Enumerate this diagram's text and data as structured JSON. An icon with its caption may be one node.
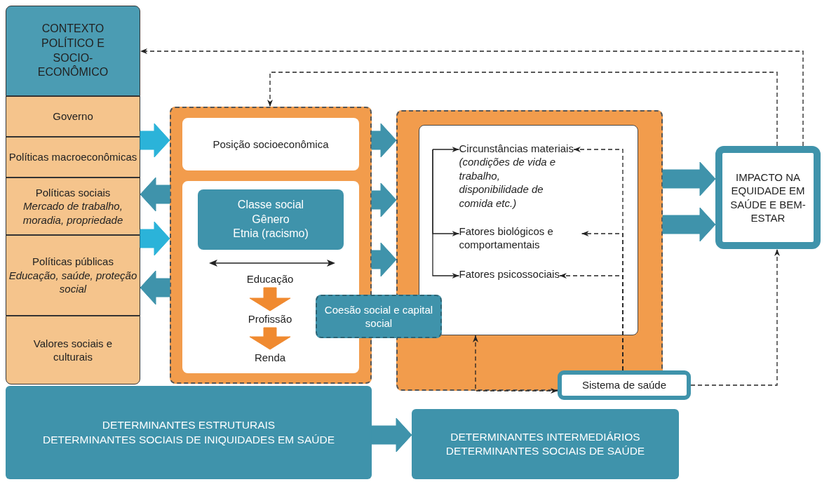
{
  "diagram": {
    "nodes": [
      {
        "text": [
          "CONTEXTO POLÍTICO E SOCIO-ECONÔMICO"
        ]
      },
      {
        "text": [
          "Governo"
        ]
      },
      {
        "text": [
          "Políticas macroeconômicas"
        ]
      },
      {
        "text": [
          "Políticas sociais",
          "Mercado de trabalho, moradia, propriedade"
        ]
      },
      {
        "text": [
          "Políticas públicas",
          "Educação, saúde, proteção social"
        ]
      },
      {
        "text": [
          "Valores sociais e culturais"
        ]
      },
      {
        "text": [],
        "shape": "box"
      },
      {
        "text": [
          "Posição socioeconômica"
        ],
        "in": 6
      },
      {
        "text": [],
        "shape": "box",
        "in": 6
      },
      {
        "text": [
          "Classe social",
          "Gênero",
          "Etnia (racismo)"
        ],
        "in": 8
      },
      {
        "text": [
          "Educação"
        ],
        "in": 8
      },
      {
        "text": [
          "Profissão"
        ],
        "in": 8
      },
      {
        "text": [
          "Renda"
        ],
        "in": 8
      },
      {
        "text": [
          "Coesão social e capital social"
        ]
      },
      {
        "text": [],
        "shape": "box"
      },
      {
        "text": [],
        "shape": "box",
        "in": 14
      },
      {
        "text": [
          "Circunstâncias materiais",
          "(condições de vida e trabalho, disponibilidade de comida etc.)"
        ],
        "in": 15
      },
      {
        "text": [
          "Fatores biológicos e comportamentais"
        ],
        "in": 15
      },
      {
        "text": [
          "Fatores psicossociais"
        ],
        "in": 15
      },
      {
        "text": [
          "IMPACTO NA EQUIDADE EM SAÚDE E BEM-ESTAR"
        ]
      },
      {
        "text": [
          "Sistema de saúde"
        ]
      },
      {
        "text": [
          "DETERMINANTES ESTRUTURAIS",
          "DETERMINANTES SOCIAIS DE INIQUIDADES EM SAÚDE"
        ]
      },
      {
        "text": [
          "DETERMINANTES INTERMEDIÁRIOS",
          "DETERMINANTES SOCIAIS DE SAÚDE"
        ]
      }
    ],
    "edges": [
      {
        "from": 1,
        "to": 6,
        "arrow": "to",
        "style": "thick",
        "color": "#2bb3d9"
      },
      {
        "from": 6,
        "to": 3,
        "arrow": "to",
        "style": "thick",
        "color": "#3f93ab"
      },
      {
        "from": 4,
        "to": 6,
        "arrow": "to",
        "style": "thick",
        "color": "#2bb3d9"
      },
      {
        "from": 6,
        "to": 4,
        "arrow": "to",
        "style": "thick",
        "color": "#3f93ab"
      },
      {
        "from": 6,
        "to": 14,
        "arrow": "to",
        "style": "thick",
        "color": "#3f93ab"
      },
      {
        "from": 6,
        "to": 14,
        "arrow": "to",
        "style": "thick",
        "color": "#3f93ab"
      },
      {
        "from": 6,
        "to": 14,
        "arrow": "to",
        "style": "thick",
        "color": "#3f93ab"
      },
      {
        "from": 14,
        "to": 19,
        "arrow": "to",
        "style": "thick",
        "color": "#3f93ab"
      },
      {
        "from": 14,
        "to": 19,
        "arrow": "to",
        "style": "thick",
        "color": "#3f93ab"
      },
      {
        "from": 21,
        "to": 22,
        "arrow": "to",
        "style": "thick",
        "color": "#3f93ab"
      },
      {
        "from": 10,
        "to": 11,
        "arrow": "to",
        "style": "thick",
        "color": "#f08a30"
      },
      {
        "from": 11,
        "to": 12,
        "arrow": "to",
        "style": "thick",
        "color": "#f08a30"
      },
      {
        "from": 19,
        "to": 0,
        "arrow": "to",
        "style": "dashed"
      },
      {
        "from": 19,
        "to": 6,
        "arrow": "to",
        "style": "dashed"
      },
      {
        "from": 20,
        "to": 19,
        "arrow": "to",
        "style": "dashed"
      },
      {
        "from": 15,
        "to": 20,
        "arrow": "both",
        "style": "dashed"
      },
      {
        "from": 20,
        "to": 16,
        "arrow": "to",
        "style": "dashed"
      },
      {
        "from": 20,
        "to": 17,
        "arrow": "to",
        "style": "dashed"
      },
      {
        "from": 20,
        "to": 18,
        "arrow": "to",
        "style": "dashed"
      },
      {
        "from": null,
        "to": 16,
        "arrow": "to"
      },
      {
        "from": null,
        "to": 17,
        "arrow": "to"
      },
      {
        "from": null,
        "to": 18,
        "arrow": "to"
      }
    ]
  }
}
